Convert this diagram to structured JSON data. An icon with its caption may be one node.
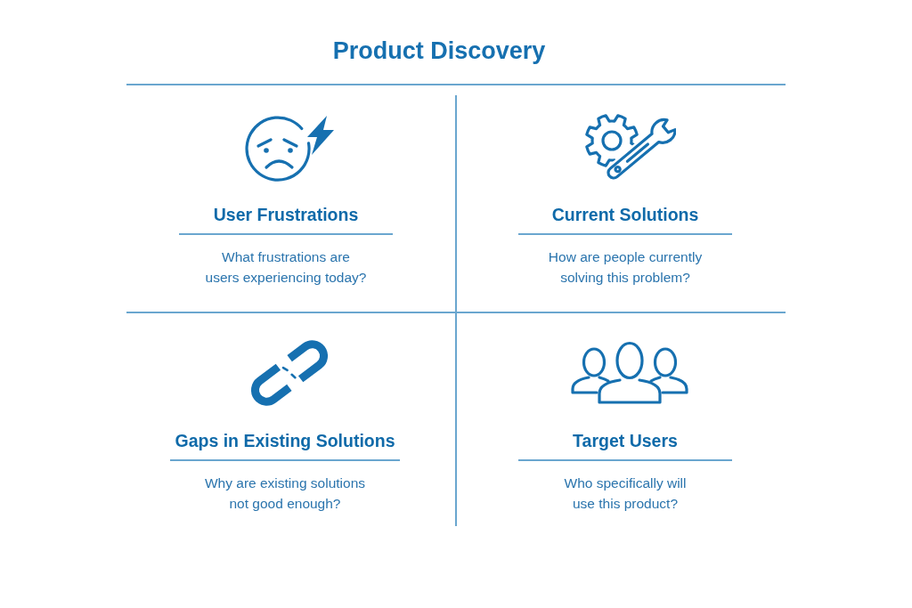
{
  "diagram": {
    "title": "Product Discovery",
    "nodes": [
      {
        "text": [
          "User Frustrations",
          "What frustrations are users experiencing today?"
        ]
      },
      {
        "text": [
          "Current Solutions",
          "How are people currently solving this problem?"
        ]
      },
      {
        "text": [
          "Gaps in Existing Solutions",
          "Why are existing solutions not good enough?"
        ]
      },
      {
        "text": [
          "Target Users",
          "Who specifically will use this product?"
        ]
      }
    ]
  }
}
